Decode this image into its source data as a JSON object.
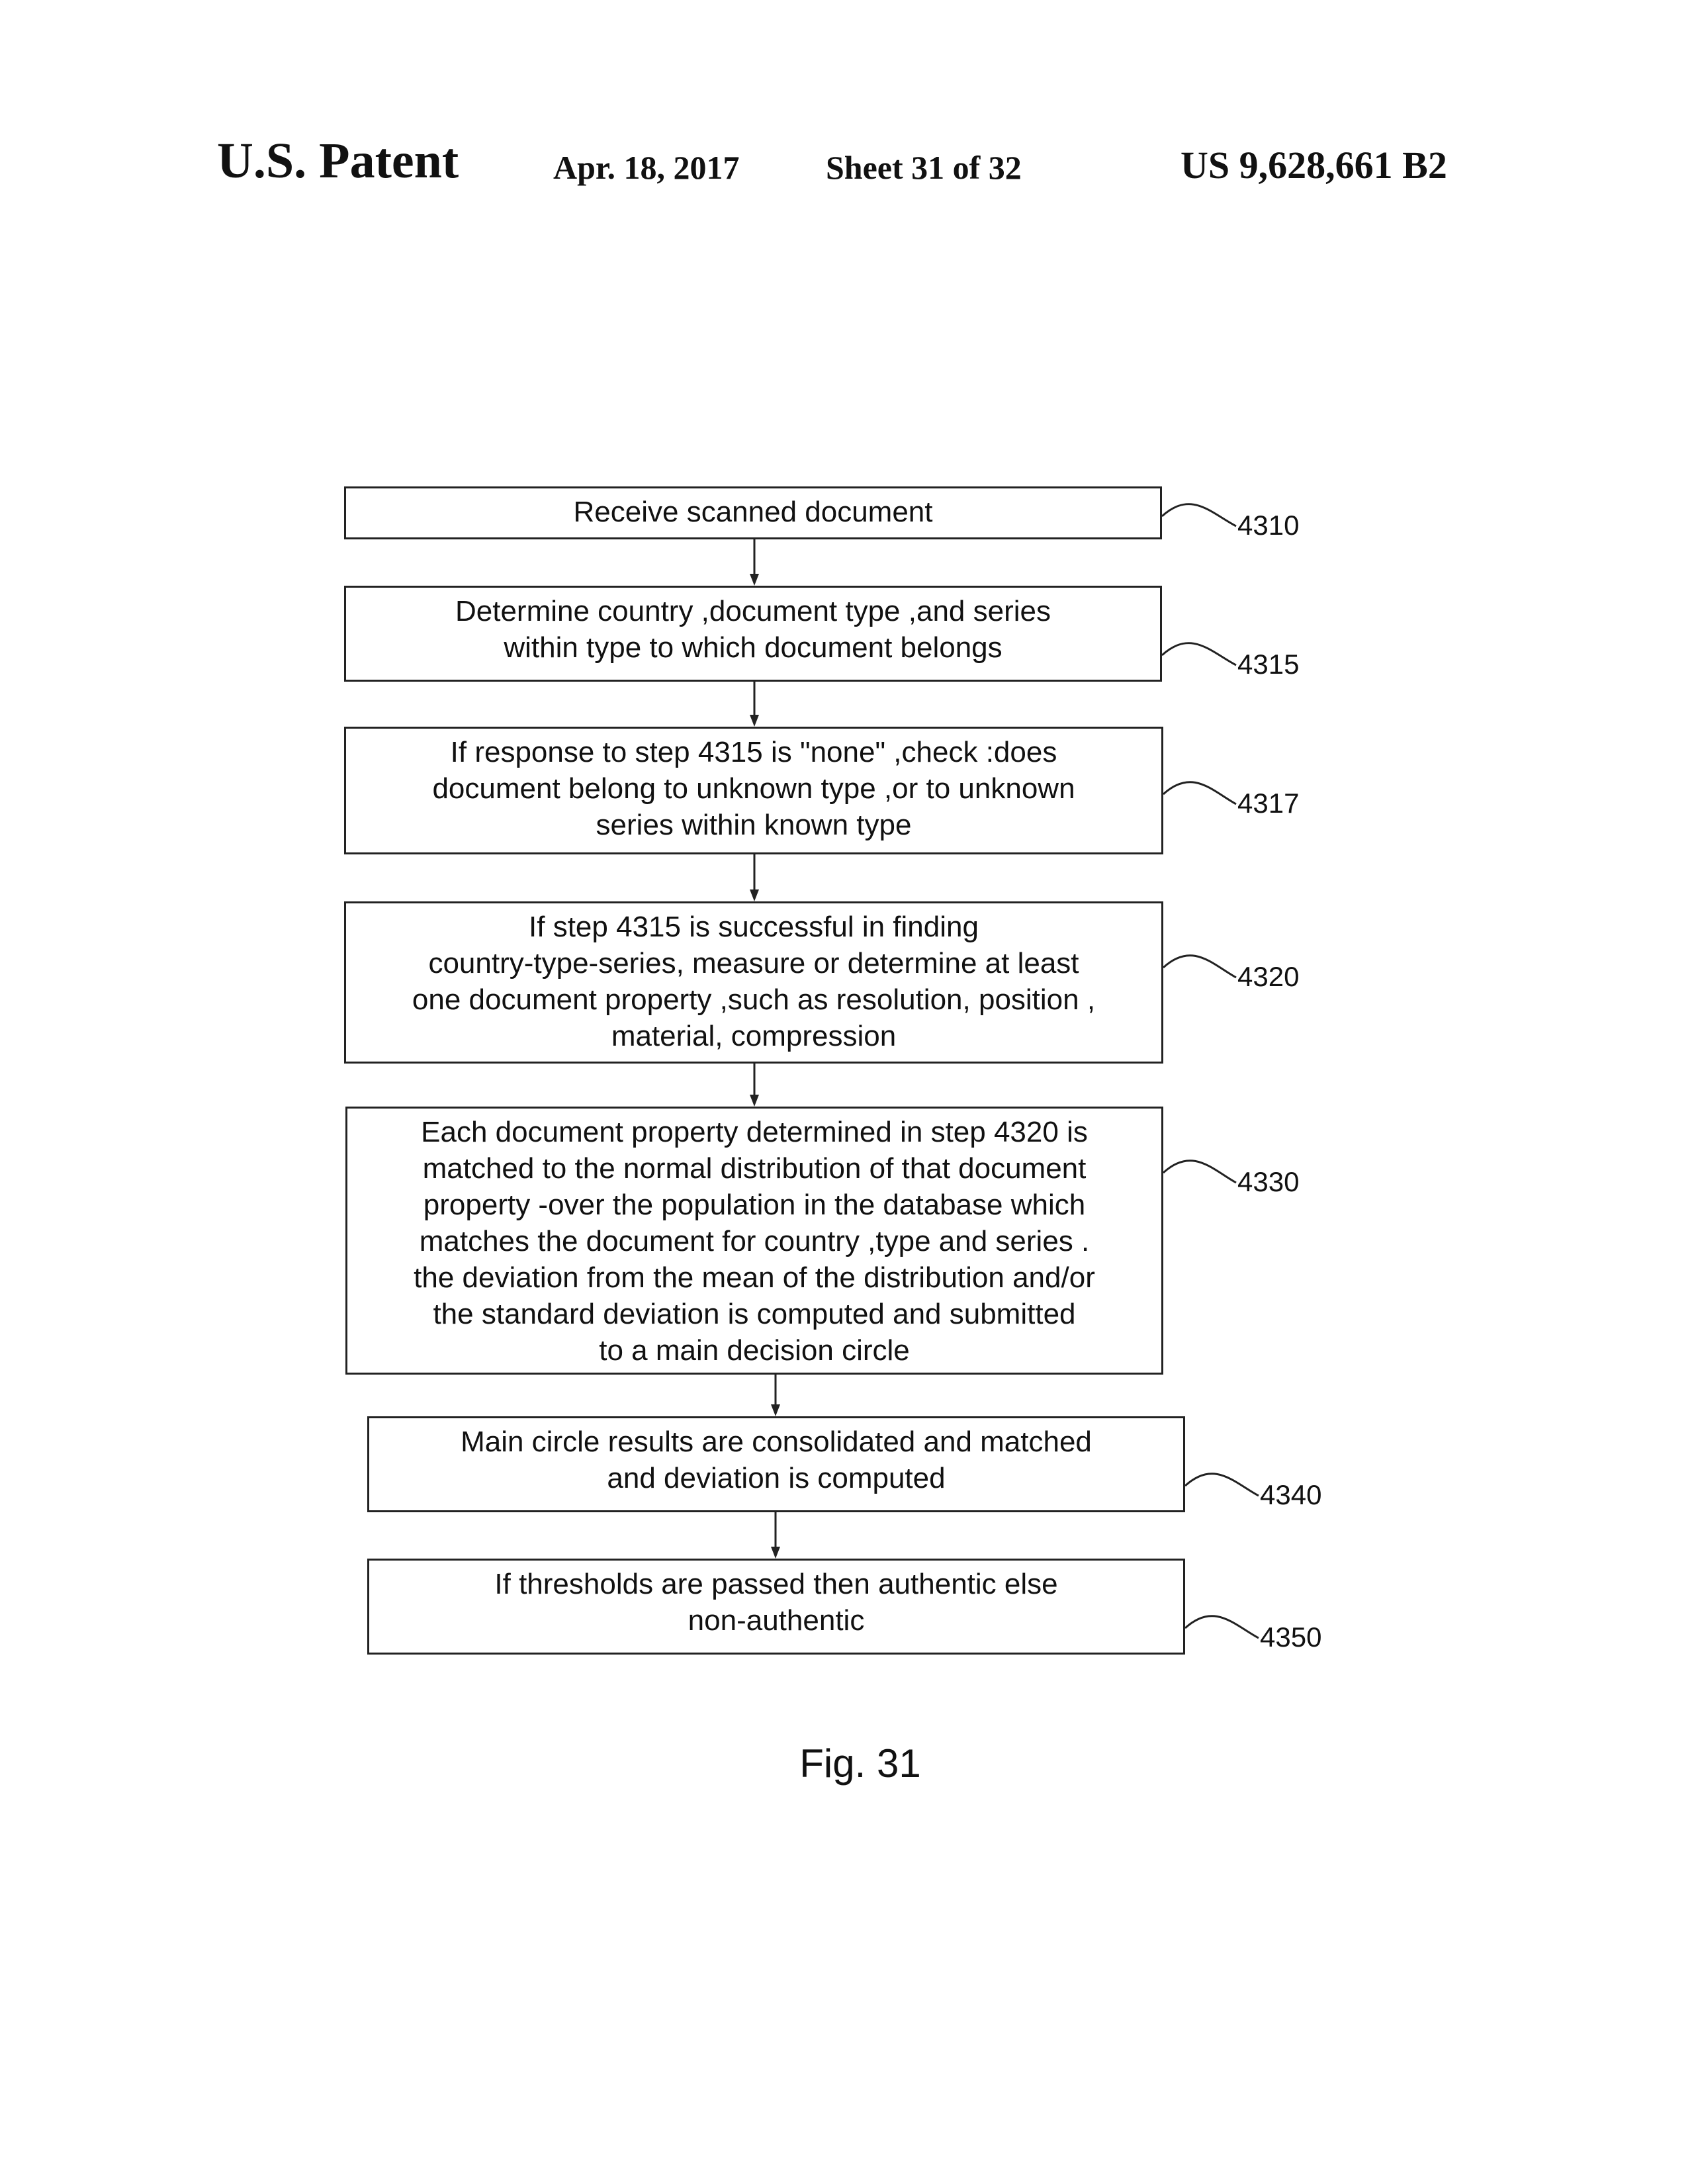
{
  "header": {
    "title": "U.S. Patent",
    "date": "Apr. 18, 2017",
    "sheet": "Sheet 31 of 32",
    "patent_number": "US 9,628,661 B2"
  },
  "steps": [
    {
      "ref": "4310",
      "text": "Receive scanned document"
    },
    {
      "ref": "4315",
      "text": "Determine country ,document type ,and series\nwithin type to which document belongs"
    },
    {
      "ref": "4317",
      "text": "If response to step 4315 is \"none\" ,check :does\ndocument belong to unknown type ,or to unknown\nseries within known type"
    },
    {
      "ref": "4320",
      "text": "If step 4315 is successful in finding\ncountry-type-series, measure or determine at least\none document property ,such as resolution, position ,\nmaterial,  compression"
    },
    {
      "ref": "4330",
      "text": "Each document property determined in step 4320 is\nmatched  to  the normal distribution of  that document\nproperty  -over the population in the database which\nmatches the document for country ,type and series .\nthe deviation  from the mean of the distribution and/or\nthe standard deviation  is computed and submitted\nto  a  main  decision circle"
    },
    {
      "ref": "4340",
      "text": "Main circle results are consolidated and matched\nand deviation is computed"
    },
    {
      "ref": "4350",
      "text": "If thresholds are passed then authentic else\nnon-authentic"
    }
  ],
  "figure_label": "Fig. 31"
}
